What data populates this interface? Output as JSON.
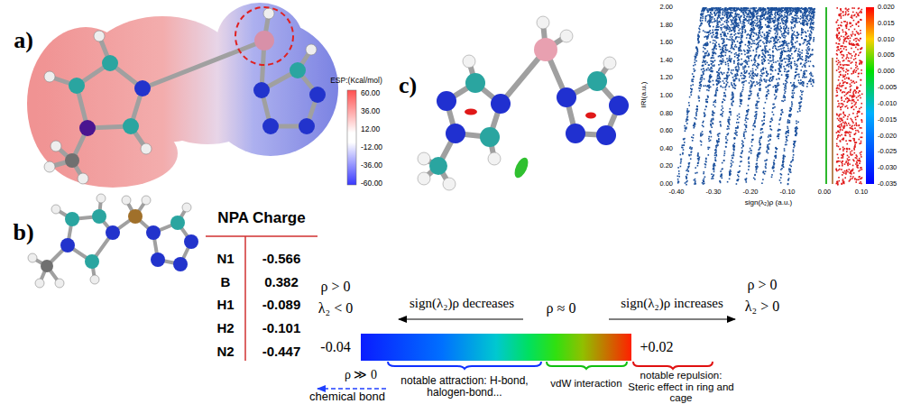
{
  "diagram": {
    "nodes": [
      {
        "text": [
          "-0.04",
          "+0.02"
        ]
      }
    ],
    "labels": [
      "a)",
      "ESP:(Kcal/mol)",
      "60.00",
      "36.00",
      "12.00",
      "-12.00",
      "-36.00",
      "-60.00",
      "b)",
      "NPA Charge",
      "N1",
      "-0.566",
      "B",
      "0.382",
      "H1",
      "-0.089",
      "H2",
      "-0.101",
      "N2",
      "-0.447",
      "c)",
      "IRI(a.u.)",
      "2.00",
      "1.80",
      "1.60",
      "1.40",
      "1.20",
      "1.00",
      "0.80",
      "0.60",
      "0.40",
      "0.20",
      "0.00",
      "-0.40",
      "-0.30",
      "-0.20",
      "-0.10",
      "0.00",
      "0.10",
      "sign(λ₂)ρ (a.u.)",
      "0.020",
      "0.015",
      "0.010",
      "0.005",
      "0.000",
      "-0.005",
      "-0.010",
      "-0.015",
      "-0.020",
      "-0.025",
      "-0.030",
      "-0.035",
      "ρ > 0",
      "λ₂ < 0",
      "sign(λ₂)ρ decreases",
      "ρ ≈ 0",
      "sign(λ₂)ρ increases",
      "ρ > 0",
      "λ₂ > 0",
      "ρ ≫ 0",
      "chemical bond",
      "notable attraction: H-bond, halogen-bond...",
      "vdW interaction",
      "notable repulsion: Steric effect in ring and cage"
    ]
  }
}
